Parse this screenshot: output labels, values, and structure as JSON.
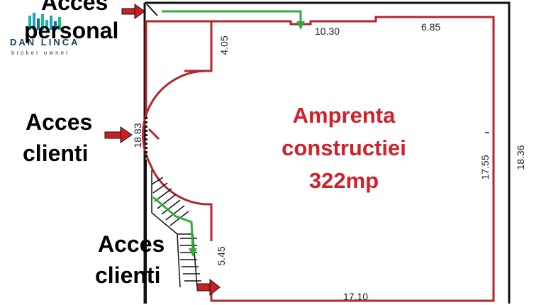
{
  "logo": {
    "name": "DAN LINCA",
    "subtitle": "broker owner",
    "bar_colors": [
      "#16b7a3",
      "#1e9cc9",
      "#1a67b3",
      "#12c28a"
    ]
  },
  "labels": {
    "acces_personal_line1": "Acces",
    "acces_personal_line2": "personal",
    "acces_clienti_mid_line1": "Acces",
    "acces_clienti_mid_line2": "clienti",
    "acces_clienti_bottom_line1": "Acces",
    "acces_clienti_bottom_line2": "clienti"
  },
  "center": {
    "line1": "Amprenta",
    "line2": "constructiei",
    "line3": "322mp"
  },
  "dimensions": {
    "top_mid": "10.30",
    "top_right": "6.85",
    "left_upper": "4.05",
    "left_mid": "18.83",
    "left_lower": "5.45",
    "right_inner": "17.55",
    "right_outer": "18.36",
    "bottom": "17.10"
  },
  "colors": {
    "wall": "#b3262d",
    "outline": "#111111",
    "arrow": "#cc1f24",
    "route": "#2fae3c",
    "accent_text": "#d0202a"
  }
}
